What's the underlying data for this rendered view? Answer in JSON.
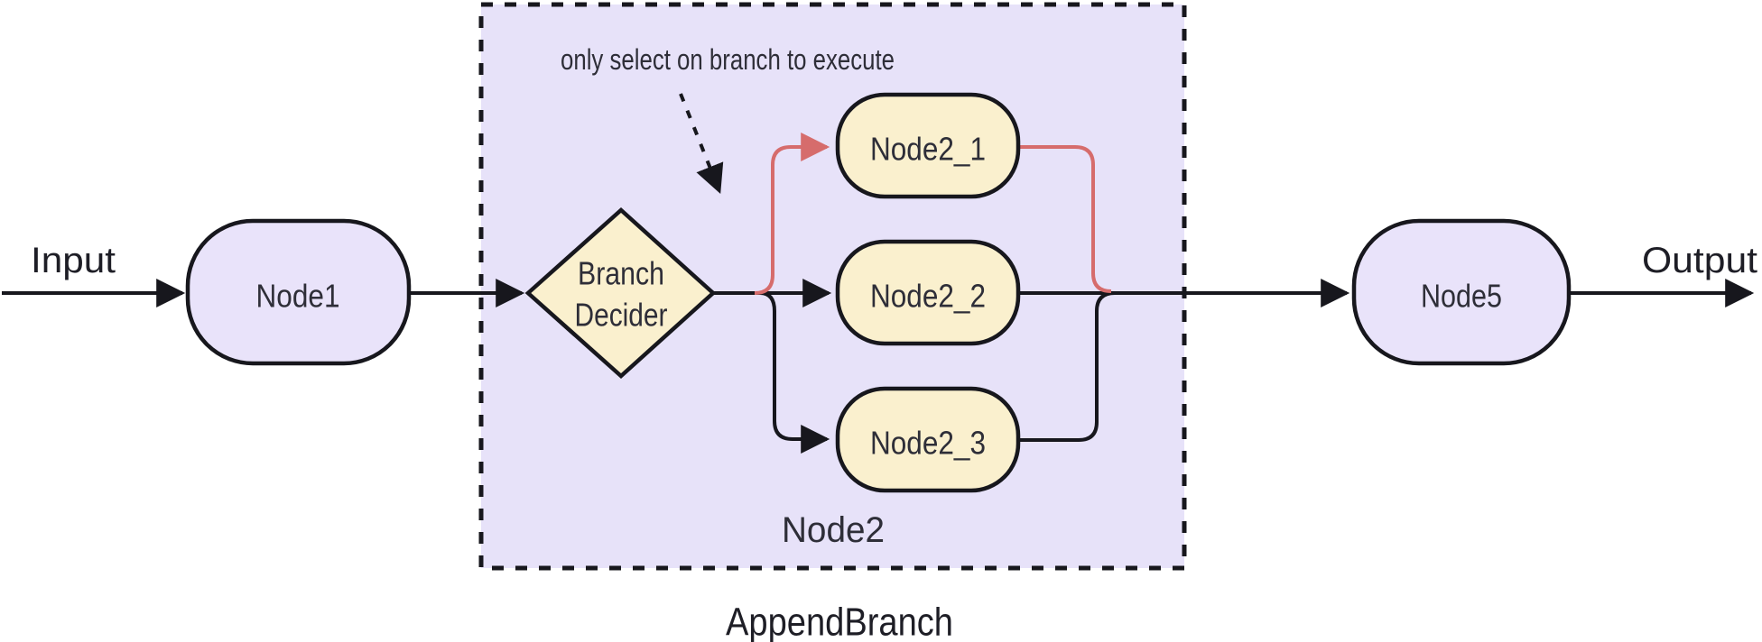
{
  "diagram": {
    "io_labels": {
      "input": "Input",
      "output": "Output"
    },
    "nodes": {
      "node1": "Node1",
      "branch_decider_line1": "Branch",
      "branch_decider_line2": "Decider",
      "node2_1": "Node2_1",
      "node2_2": "Node2_2",
      "node2_3": "Node2_3",
      "node5": "Node5"
    },
    "subgraph_label": "Node2",
    "container_label": "AppendBranch",
    "annotation": "only select on branch to execute",
    "edges": [
      {
        "from": "Input",
        "to": "Node1",
        "style": "black-arrow"
      },
      {
        "from": "Node1",
        "to": "Branch Decider",
        "style": "black-arrow"
      },
      {
        "from": "Branch Decider",
        "to": "Node2_1",
        "style": "red-arrow-selected"
      },
      {
        "from": "Branch Decider",
        "to": "Node2_2",
        "style": "black-arrow"
      },
      {
        "from": "Branch Decider",
        "to": "Node2_3",
        "style": "black-arrow"
      },
      {
        "from": "Node2_1",
        "to": "merge-point",
        "style": "red-line"
      },
      {
        "from": "Node2_2",
        "to": "Node5",
        "style": "black-arrow"
      },
      {
        "from": "Node2_3",
        "to": "merge-point",
        "style": "black-line"
      },
      {
        "from": "Node5",
        "to": "Output",
        "style": "black-arrow"
      },
      {
        "from": "annotation",
        "to": "red-branch",
        "style": "black-dashed-arrow"
      }
    ],
    "colors": {
      "line_black": "#17171d",
      "line_red": "#d66c6c",
      "node_purple_fill": "#e9e3fa",
      "node_cream_fill": "#faf0ce",
      "subgraph_fill": "#e7e2f9",
      "border": "#17171d",
      "node_text": "#2e2e38",
      "label_text": "#1e1e26"
    }
  }
}
